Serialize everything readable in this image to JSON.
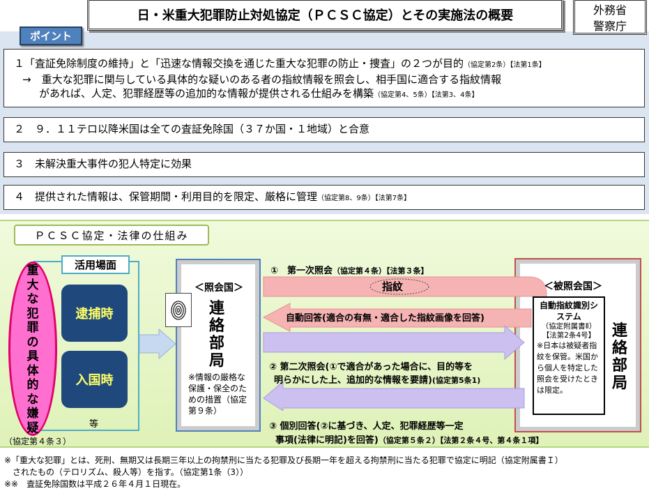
{
  "title": "日・米重大犯罪防止対処協定（ＰＣＳＣ協定）とその実施法の概要",
  "agency": [
    "外務省",
    "警察庁"
  ],
  "point_badge": "ポイント",
  "points": [
    {
      "line1": "１「査証免除制度の維持」と「迅速な情報交換を通じた重大な犯罪の防止・捜査」の２つが目的",
      "line1_ref": "（協定第2条）【法第1条】",
      "line2": "→　重大な犯罪に関与している具体的な疑いのある者の指紋情報を照会し、相手国に適合する指紋情報",
      "line3": "があれば、人定、犯罪経歴等の追加的な情報が提供される仕組みを構築",
      "line3_ref": "（協定第4、5条）【法第3、4条】"
    },
    {
      "text": "２　９．１１テロ以降米国は全ての査証免除国（３７か国・１地域）と合意"
    },
    {
      "text": "３　未解決重大事件の犯人特定に効果"
    },
    {
      "text": "４　提供された情報は、保管期間・利用目的を限定、厳格に管理",
      "ref": "（協定第8、9条）【法第7条】"
    }
  ],
  "mechanism": {
    "heading": "ＰＣＳＣ協定・法律の仕組み",
    "suspicion": "重大な犯罪の具体的な嫌疑",
    "suspicion_ref": "（協定第４条３）",
    "use_label": "活用場面",
    "use_cases": [
      "逮捕時",
      "入国時"
    ],
    "use_etc": "等",
    "requesting": {
      "label": "＜照会国＞",
      "office": "連絡部局",
      "note": "※情報の厳格な保護・保全のための措置（協定第９条）"
    },
    "requested": {
      "label": "＜被照会国＞",
      "office": "連絡部局",
      "system_title": "自動指紋識別システム",
      "system_ref1": "（協定附属書Ⅱ）",
      "system_ref2": "【法第2条4号】",
      "system_note": "※日本は被疑者指紋を保管。米国から個人を特定した照会を受けたときは限定。"
    },
    "step1": "①　第一次照会",
    "step1_ref": "（協定第４条）【法第３条】",
    "fingerprint_label": "指紋",
    "auto_reply": "自動回答(適合の有無・適合した指紋画像を回答)",
    "step2_a": "②  第二次照会(①で適合があった場合に、目的等を",
    "step2_b": "明らかにした上、追加的な情報を要請)",
    "step2_ref": "(協定第5条1)",
    "step3_a": "③  個別回答(②に基づき、人定、犯罪経歴等一定",
    "step3_b": "事項(法律に明記)を回答)",
    "step3_ref": "（協定第５条２）【法第２条４号、第４条１項】"
  },
  "footnotes": [
    "※「重大な犯罪」とは、死刑、無期又は長期三年以上の拘禁刑に当たる犯罪及び長期一年を超える拘禁刑に当たる犯罪で協定に明記（協定附属書Ｉ）",
    "　されたもの（テロリズム、殺人等）を指す。（協定第1条（3））",
    "※※　査証免除国数は平成２６年４月１日現在。"
  ],
  "colors": {
    "accent": "#4f81bd",
    "pink_arrow": "#f4a0a0",
    "purple_arrow": "#c9b8f0",
    "dark_box": "#1f497d"
  }
}
